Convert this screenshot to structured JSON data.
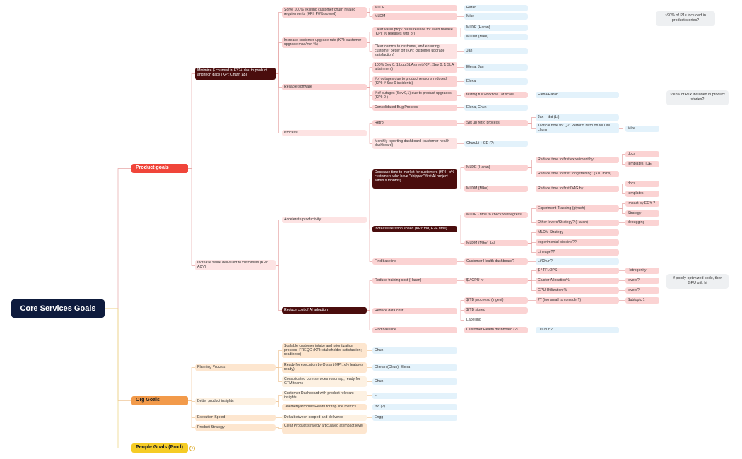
{
  "root": "Core Services Goals",
  "product_goals": {
    "label": "Product goals",
    "minimize": {
      "label": "Minimize $ churned in FY24 due to product and tech gaps (KPI: Churn $$)",
      "solve": {
        "label": "Solve 100% existing customer churn related requirements (KPI: P0% solved)",
        "mlde": "MLDE",
        "mlde_owner": "Haran",
        "mldm": "MLDM",
        "mldm_owner": "Mike"
      },
      "upgrade": {
        "label": "Increase customer upgrade rate (KPI: customer upgrade max/min %)",
        "value_prop": "Clear value prop/ press release for each release (KPI: % releases with pr)",
        "vp_mlde": "MLDE (Haran)",
        "vp_mldm": "MLDM (Mike)",
        "comms": "Clear comms to customer, and ensuring customer better off (KPI: customer upgrade satisfaction)",
        "comms_owner": "Jan"
      },
      "reliable": {
        "label": "Reliable software",
        "sev0": "100% Sev 0, 1 bug SLAs met (KPI: Sev 0, 1 SLA attainment)",
        "sev0_owner": "Elena, Jan",
        "outages": "#of outages due to product reasons reduced (KPI: # Sev 0 incidents)",
        "outages_owner": "Elena",
        "upgrades": "# of outages (Sev 0,1) due to product upgrades (KPI: 0 )",
        "testing": "testing full workflow...at scale",
        "testing_owner": "Elena/Haran",
        "bug": "Consolidated Bug Process",
        "bug_owner": "Elena, Chun"
      },
      "process": {
        "label": "Process",
        "retro": "Retro",
        "retro_setup": "Set up retro process",
        "retro_jan": "Jan + tbd (Li)",
        "retro_note": "Tactical note for Q2: Perform retro on MLDM churn",
        "retro_note_owner": "Mike",
        "monthly": "Monthly reporting dashboard (customer health dashboard)",
        "monthly_owner": "Chun/Li + CE (?)"
      }
    },
    "value": {
      "label": "Increase value delivered to customers (KPI: ACV)",
      "accelerate": {
        "label": "Accelerate productivity",
        "ttm": "Decrease time to market for customers (KPI - x% customers who have \"shipped\" first AI project within x months)",
        "ttm_mlde": "MLDE (Haran)",
        "ttm_first_exp": "Reduce time to first experiment by...",
        "docs": "docs",
        "templates_ide": "templates, IDE",
        "long_training": "Reduce time to first \"long training\" (>10 mins)",
        "ttm_mldm": "MLDM (Mike)",
        "first_dag": "Reduce time to first DAG by...",
        "docs2": "docs",
        "templates": "templates",
        "iter": "Increase iteration speed (KPI: tbd, E2E time)",
        "iter_mlde": "MLDE -  time to checkpoint egress",
        "exp_tracking": "Experiment Tracking (piyush)",
        "impact_eoy": "Impact by EOY ?",
        "strategy": "Strategy",
        "other_levers": "Other levers/Strategy? (Haran)",
        "debugging": "debugging",
        "iter_mldm": "MLDM (Mike) tbd",
        "mldm_strategy": "MLDM Strategy",
        "exp_pipeline": "experimental pipleine??",
        "lineage": "Lineage??",
        "baseline": "Find baseline",
        "baseline_cust": "Customer Health dashboard?",
        "baseline_owner": "Li/Chun?"
      },
      "cost": {
        "label": "Reduce cost of AI adoption",
        "training": "Reduce training cost (Haran)",
        "gpu_hr": "$ / GPU hr",
        "tflops": "$ / TFLOPS",
        "hetro": "Hetrogenity",
        "cluster": "Cluster Allocation%",
        "levers1": "levers?",
        "gpu_util": "GPU Utilization %",
        "levers2": "levers?",
        "data": "Reduce data cost",
        "tb_ingest": "$/TB proceesd (ingest)",
        "too_small": "?? (too small to consider?)",
        "subtopic": "Subtopic 1",
        "tb_stored": "$/TB stored",
        "labelling": "Labelling",
        "baseline2": "Find baseline",
        "baseline2_cust": "Customer Health dashboard (?)",
        "baseline2_owner": "Li/Chun?"
      }
    }
  },
  "org_goals": {
    "label": "Org Goals",
    "planning": {
      "label": "Planning Process",
      "intake": "Scalable customer intake and prioritization process- FREQG (KPI: stakeholder satisfaction; readiness)",
      "intake_owner": "Chun",
      "ready": "Ready for execution by Q start (KPI: x% features ready)",
      "ready_owner": "Chetan (Chun), Elena",
      "roadmap": "Consolidated core services roadmap, ready for GTM teams",
      "roadmap_owner": "Chun"
    },
    "insights": {
      "label": "Better product insights",
      "dashboard": "Customer Dashboard with product relevant insights",
      "dashboard_owner": "Li",
      "telemetry": "Telemetry/Product Health for top line metrics",
      "telemetry_owner": "tbd (?)"
    },
    "speed": {
      "label": "Execution Speed",
      "delta": "Delta between scoped and delivered",
      "owner": "Engg"
    },
    "strategy": {
      "label": "Product Strategy",
      "clear": "Clear Product strategy articulated at impact level"
    }
  },
  "people_goals": {
    "label": "People Goals (Prod)",
    "badge": "2"
  },
  "notes": {
    "n1": "~90% of P1s included in product stories?",
    "n2": "~90% of P1x included in product stories?",
    "n3": "If poorly optimized code, then GPU util. hi"
  },
  "colors": {
    "root": "#0e1b3d",
    "product": "#f0453a",
    "org": "#f29a4a",
    "people": "#f5cc25",
    "dark": "#4a0d0d"
  }
}
